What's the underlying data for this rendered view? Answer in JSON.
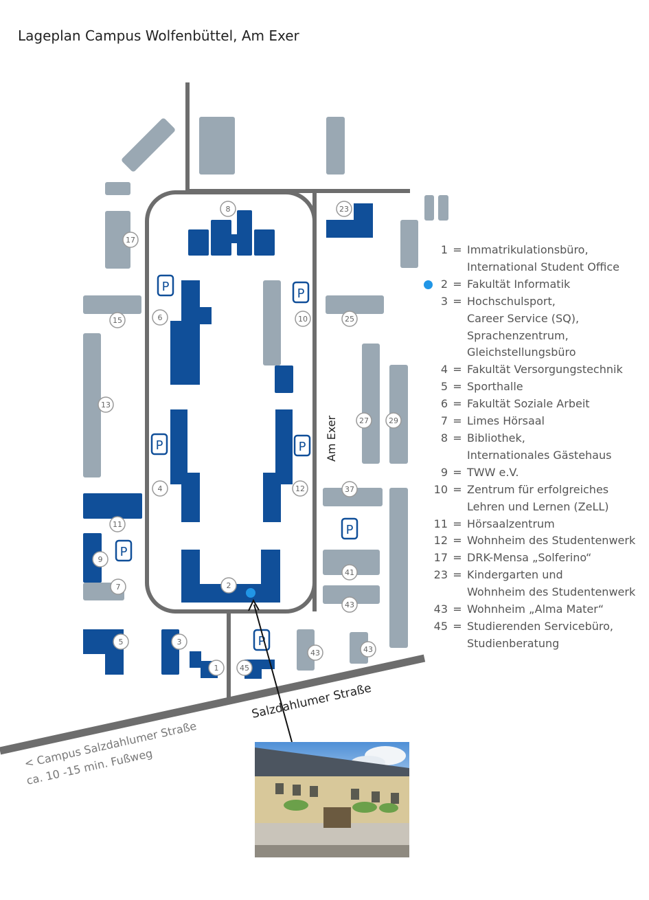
{
  "title": "Lageplan Campus Wolfenbüttel, Am Exer",
  "colors": {
    "faculty_building": "#104f99",
    "other_building": "#9aa8b3",
    "road": "#6d6d6d",
    "highlight": "#2196e6",
    "text": "#555555"
  },
  "streets": {
    "am_exer": "Am Exer",
    "salzdahlumer": "Salzdahlumer Straße",
    "campus_line1": "< Campus Salzdahlumer Straße",
    "campus_line2": "ca. 10 -15 min. Fußweg"
  },
  "building_labels": {
    "b1": "1",
    "b2": "2",
    "b3": "3",
    "b4": "4",
    "b5": "5",
    "b6": "6",
    "b7": "7",
    "b8": "8",
    "b9": "9",
    "b10": "10",
    "b11": "11",
    "b12": "12",
    "b13": "13",
    "b15": "15",
    "b17": "17",
    "b23": "23",
    "b25": "25",
    "b27": "27",
    "b29": "29",
    "b37": "37",
    "b41": "41",
    "b43a": "43",
    "b43b": "43",
    "b43c": "43",
    "b45": "45"
  },
  "parking_label": "P",
  "highlight_icon": "blue-dot-icon",
  "legend": [
    {
      "num": "1",
      "label": "Immatrikulationsbüro,"
    },
    {
      "num": "",
      "label": "International Student Office"
    },
    {
      "num": "2",
      "label": "Fakultät Informatik",
      "highlight": true
    },
    {
      "num": "3",
      "label": "Hochschulsport,"
    },
    {
      "num": "",
      "label": "Career Service (SQ),"
    },
    {
      "num": "",
      "label": "Sprachenzentrum,"
    },
    {
      "num": "",
      "label": "Gleichstellungsbüro"
    },
    {
      "num": "4",
      "label": "Fakultät Versorgungstechnik"
    },
    {
      "num": "5",
      "label": "Sporthalle"
    },
    {
      "num": "6",
      "label": "Fakultät Soziale Arbeit"
    },
    {
      "num": "7",
      "label": "Limes Hörsaal"
    },
    {
      "num": "8",
      "label": "Bibliothek,"
    },
    {
      "num": "",
      "label": "Internationales Gästehaus"
    },
    {
      "num": "9",
      "label": "TWW e.V."
    },
    {
      "num": "10",
      "label": "Zentrum für erfolgreiches"
    },
    {
      "num": "",
      "label": "Lehren und Lernen (ZeLL)"
    },
    {
      "num": "11",
      "label": "Hörsaalzentrum"
    },
    {
      "num": "12",
      "label": "Wohnheim des Studentenwerk"
    },
    {
      "num": "17",
      "label": "DRK-Mensa „Solferino“"
    },
    {
      "num": "23",
      "label": "Kindergarten und"
    },
    {
      "num": "",
      "label": "Wohnheim des Studentenwerk"
    },
    {
      "num": "43",
      "label": "Wohnheim „Alma Mater“"
    },
    {
      "num": "45",
      "label": "Studierenden Servicebüro,"
    },
    {
      "num": "",
      "label": "Studienberatung"
    }
  ]
}
